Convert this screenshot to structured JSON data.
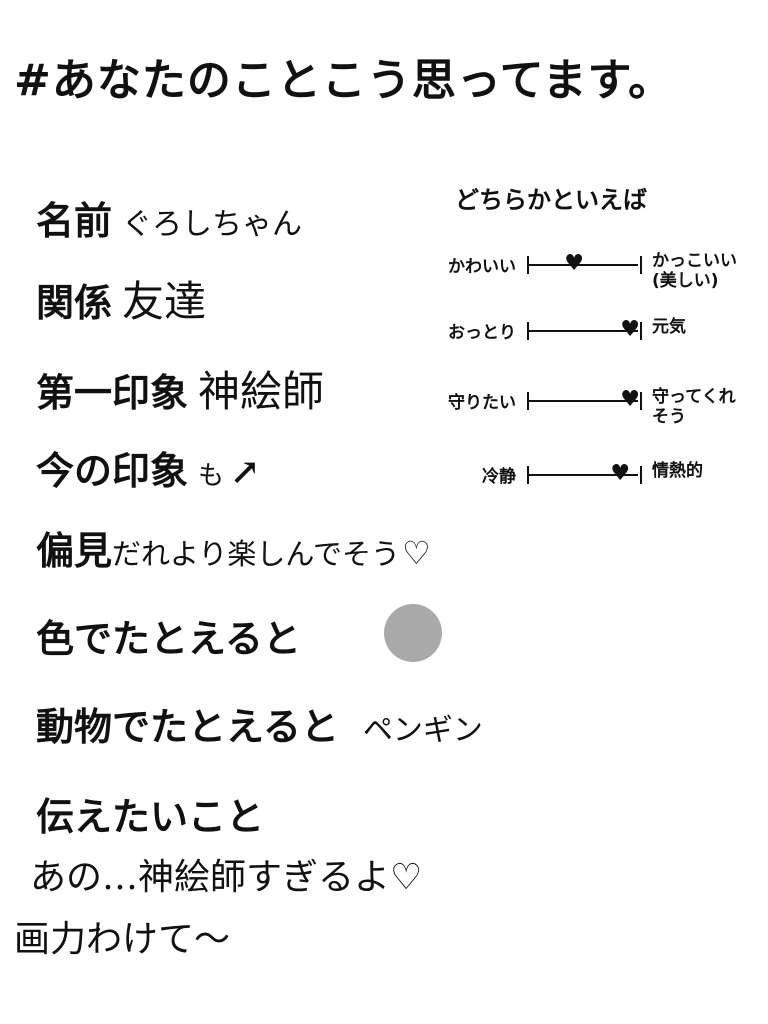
{
  "title": "#あなたのことこう思ってます。",
  "profile": {
    "name_label": "名前",
    "name_value": "ぐろしちゃん",
    "relation_label": "関係",
    "relation_value": "友達",
    "first_impression_label": "第一印象",
    "first_impression_value": "神絵師",
    "current_impression_label": "今の印象",
    "current_impression_value": "も",
    "current_impression_mark": "↗",
    "bias_label": "偏見",
    "bias_value": "だれより楽しんでそう",
    "bias_mark": "♡",
    "color_label": "色でたとえると",
    "animal_label": "動物でたとえると",
    "animal_value": "ペンギン",
    "message_label": "伝えたいこと",
    "message_line1": "あの…神絵師すぎるよ♡",
    "message_line2": "画力わけて〜"
  },
  "scale": {
    "title": "どちらかといえば",
    "rows": [
      {
        "left": "かわいい",
        "right": "かっこいい\n(美しい)",
        "position": 0.42
      },
      {
        "left": "おっとり",
        "right": "元気",
        "position": 0.93
      },
      {
        "left": "守りたい",
        "right": "守ってくれ\nそう",
        "position": 0.93
      },
      {
        "left": "冷静",
        "right": "情熱的",
        "position": 0.84
      }
    ]
  },
  "colors": {
    "favorite_color": "#a9a9a9",
    "text": "#111111"
  }
}
